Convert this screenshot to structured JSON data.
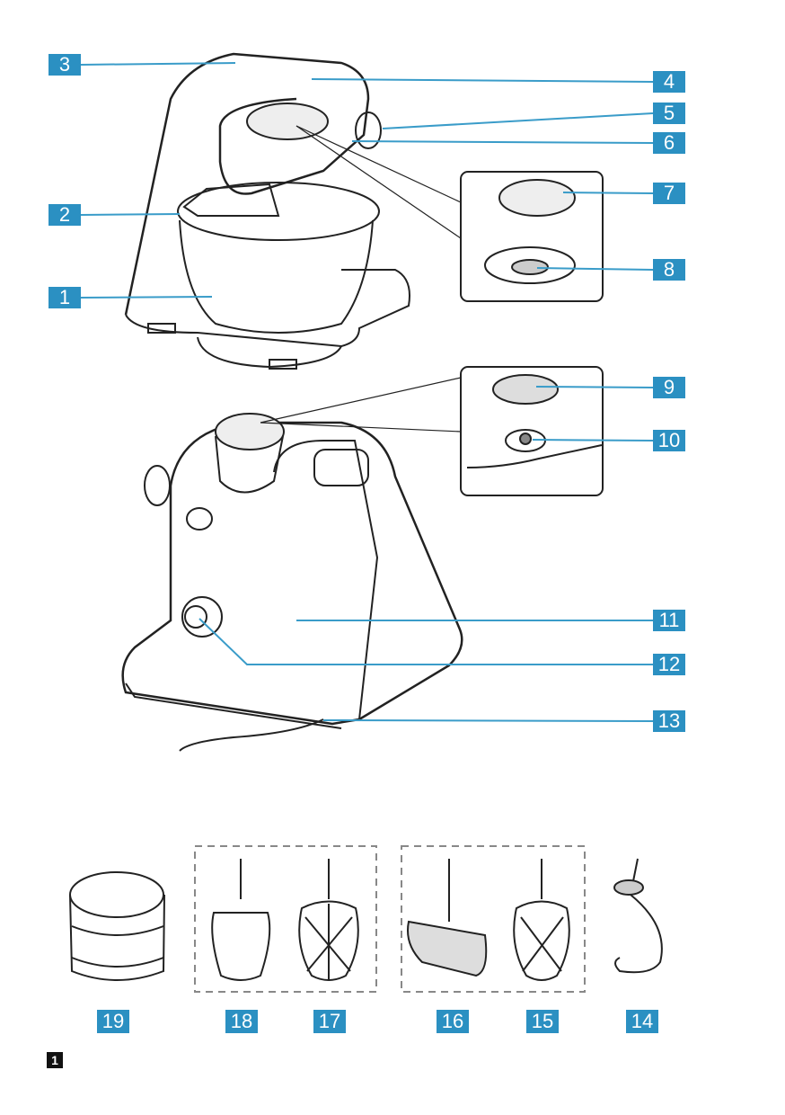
{
  "figure_label": "1",
  "callouts": {
    "c1": "1",
    "c2": "2",
    "c3": "3",
    "c4": "4",
    "c5": "5",
    "c6": "6",
    "c7": "7",
    "c8": "8",
    "c9": "9",
    "c10": "10",
    "c11": "11",
    "c12": "12",
    "c13": "13",
    "c14": "14",
    "c15": "15",
    "c16": "16",
    "c17": "17",
    "c18": "18",
    "c19": "19"
  },
  "colors": {
    "callout": "#2b90c2",
    "leader": "#3a9cc9",
    "outline": "#222222"
  }
}
